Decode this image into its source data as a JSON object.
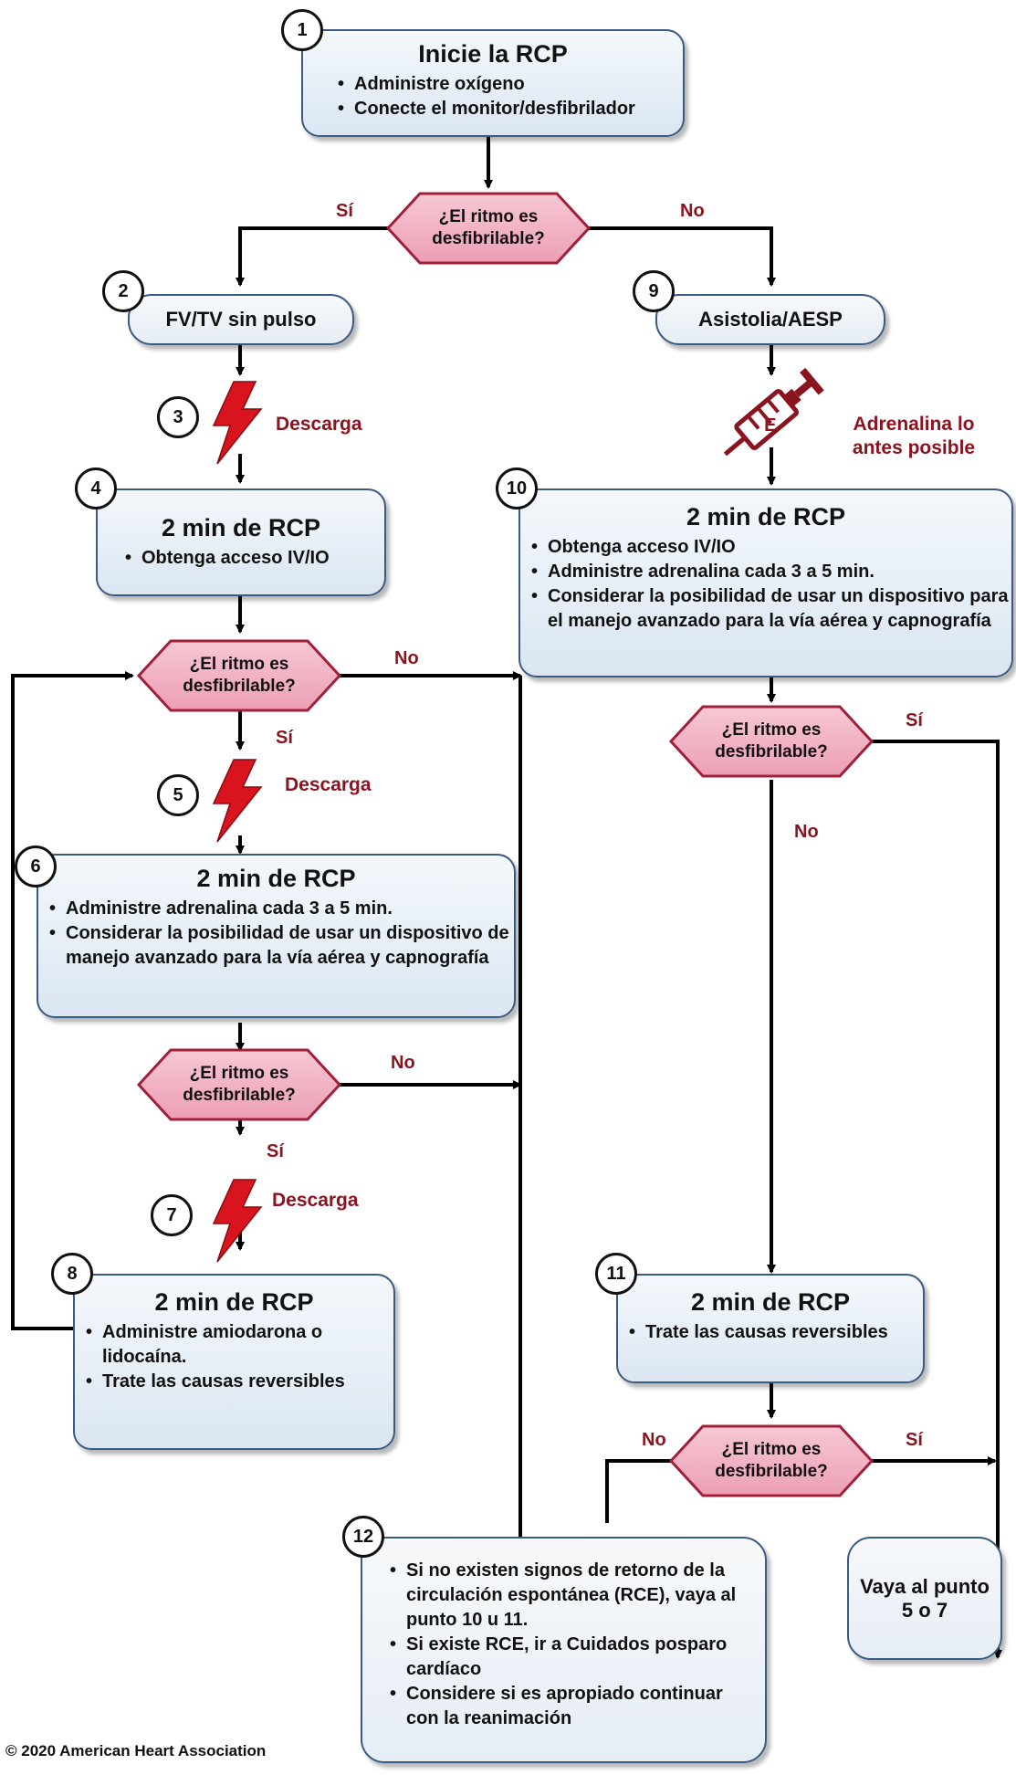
{
  "boxes": {
    "b1": {
      "num": "1",
      "title": "Inicie la RCP",
      "items": [
        "Administre oxígeno",
        "Conecte el monitor/desfibrilador"
      ]
    },
    "b2": {
      "num": "2",
      "label": "FV/TV sin pulso"
    },
    "b9": {
      "num": "9",
      "label": "Asistolia/AESP"
    },
    "b4": {
      "num": "4",
      "title": "2 min de RCP",
      "items": [
        "Obtenga acceso IV/IO"
      ]
    },
    "b10": {
      "num": "10",
      "title": "2 min de RCP",
      "items": [
        "Obtenga acceso IV/IO",
        "Administre adrenalina cada 3 a 5 min.",
        "Considerar la posibilidad de usar un dispositivo para el manejo avanzado para la vía aérea y capnografía"
      ]
    },
    "b6": {
      "num": "6",
      "title": "2 min de RCP",
      "items": [
        "Administre adrenalina cada 3 a 5 min.",
        "Considerar la posibilidad de usar un dispositivo de manejo avanzado para la vía aérea y capnografía"
      ]
    },
    "b8": {
      "num": "8",
      "title": "2 min de RCP",
      "items": [
        "Administre amiodarona o lidocaína.",
        "Trate las causas reversibles"
      ]
    },
    "b11": {
      "num": "11",
      "title": "2 min de RCP",
      "items": [
        "Trate las causas reversibles"
      ]
    },
    "b12": {
      "num": "12",
      "items": [
        "Si no existen signos de retorno de la circulación espontánea (RCE), vaya al punto 10 u 11.",
        "Si existe RCE, ir a Cuidados posparo cardíaco",
        "Considere si es apropiado continuar con la reanimación"
      ]
    },
    "b13": {
      "label": "Vaya al punto 5 o 7"
    }
  },
  "decision_text": "¿El ritmo es desfibrilable?",
  "yes": "Sí",
  "no": "No",
  "shock": {
    "num3": "3",
    "num5": "5",
    "num7": "7",
    "label": "Descarga"
  },
  "adrenaline_label": "Adrenalina lo antes posible",
  "footer": "© 2020 American Heart Association",
  "colors": {
    "accent": "#8a1420",
    "bolt": "#d9141e",
    "hex_fill": "#f1b6c6",
    "hex_border": "#a0203a",
    "box_border": "#3a5a80"
  }
}
